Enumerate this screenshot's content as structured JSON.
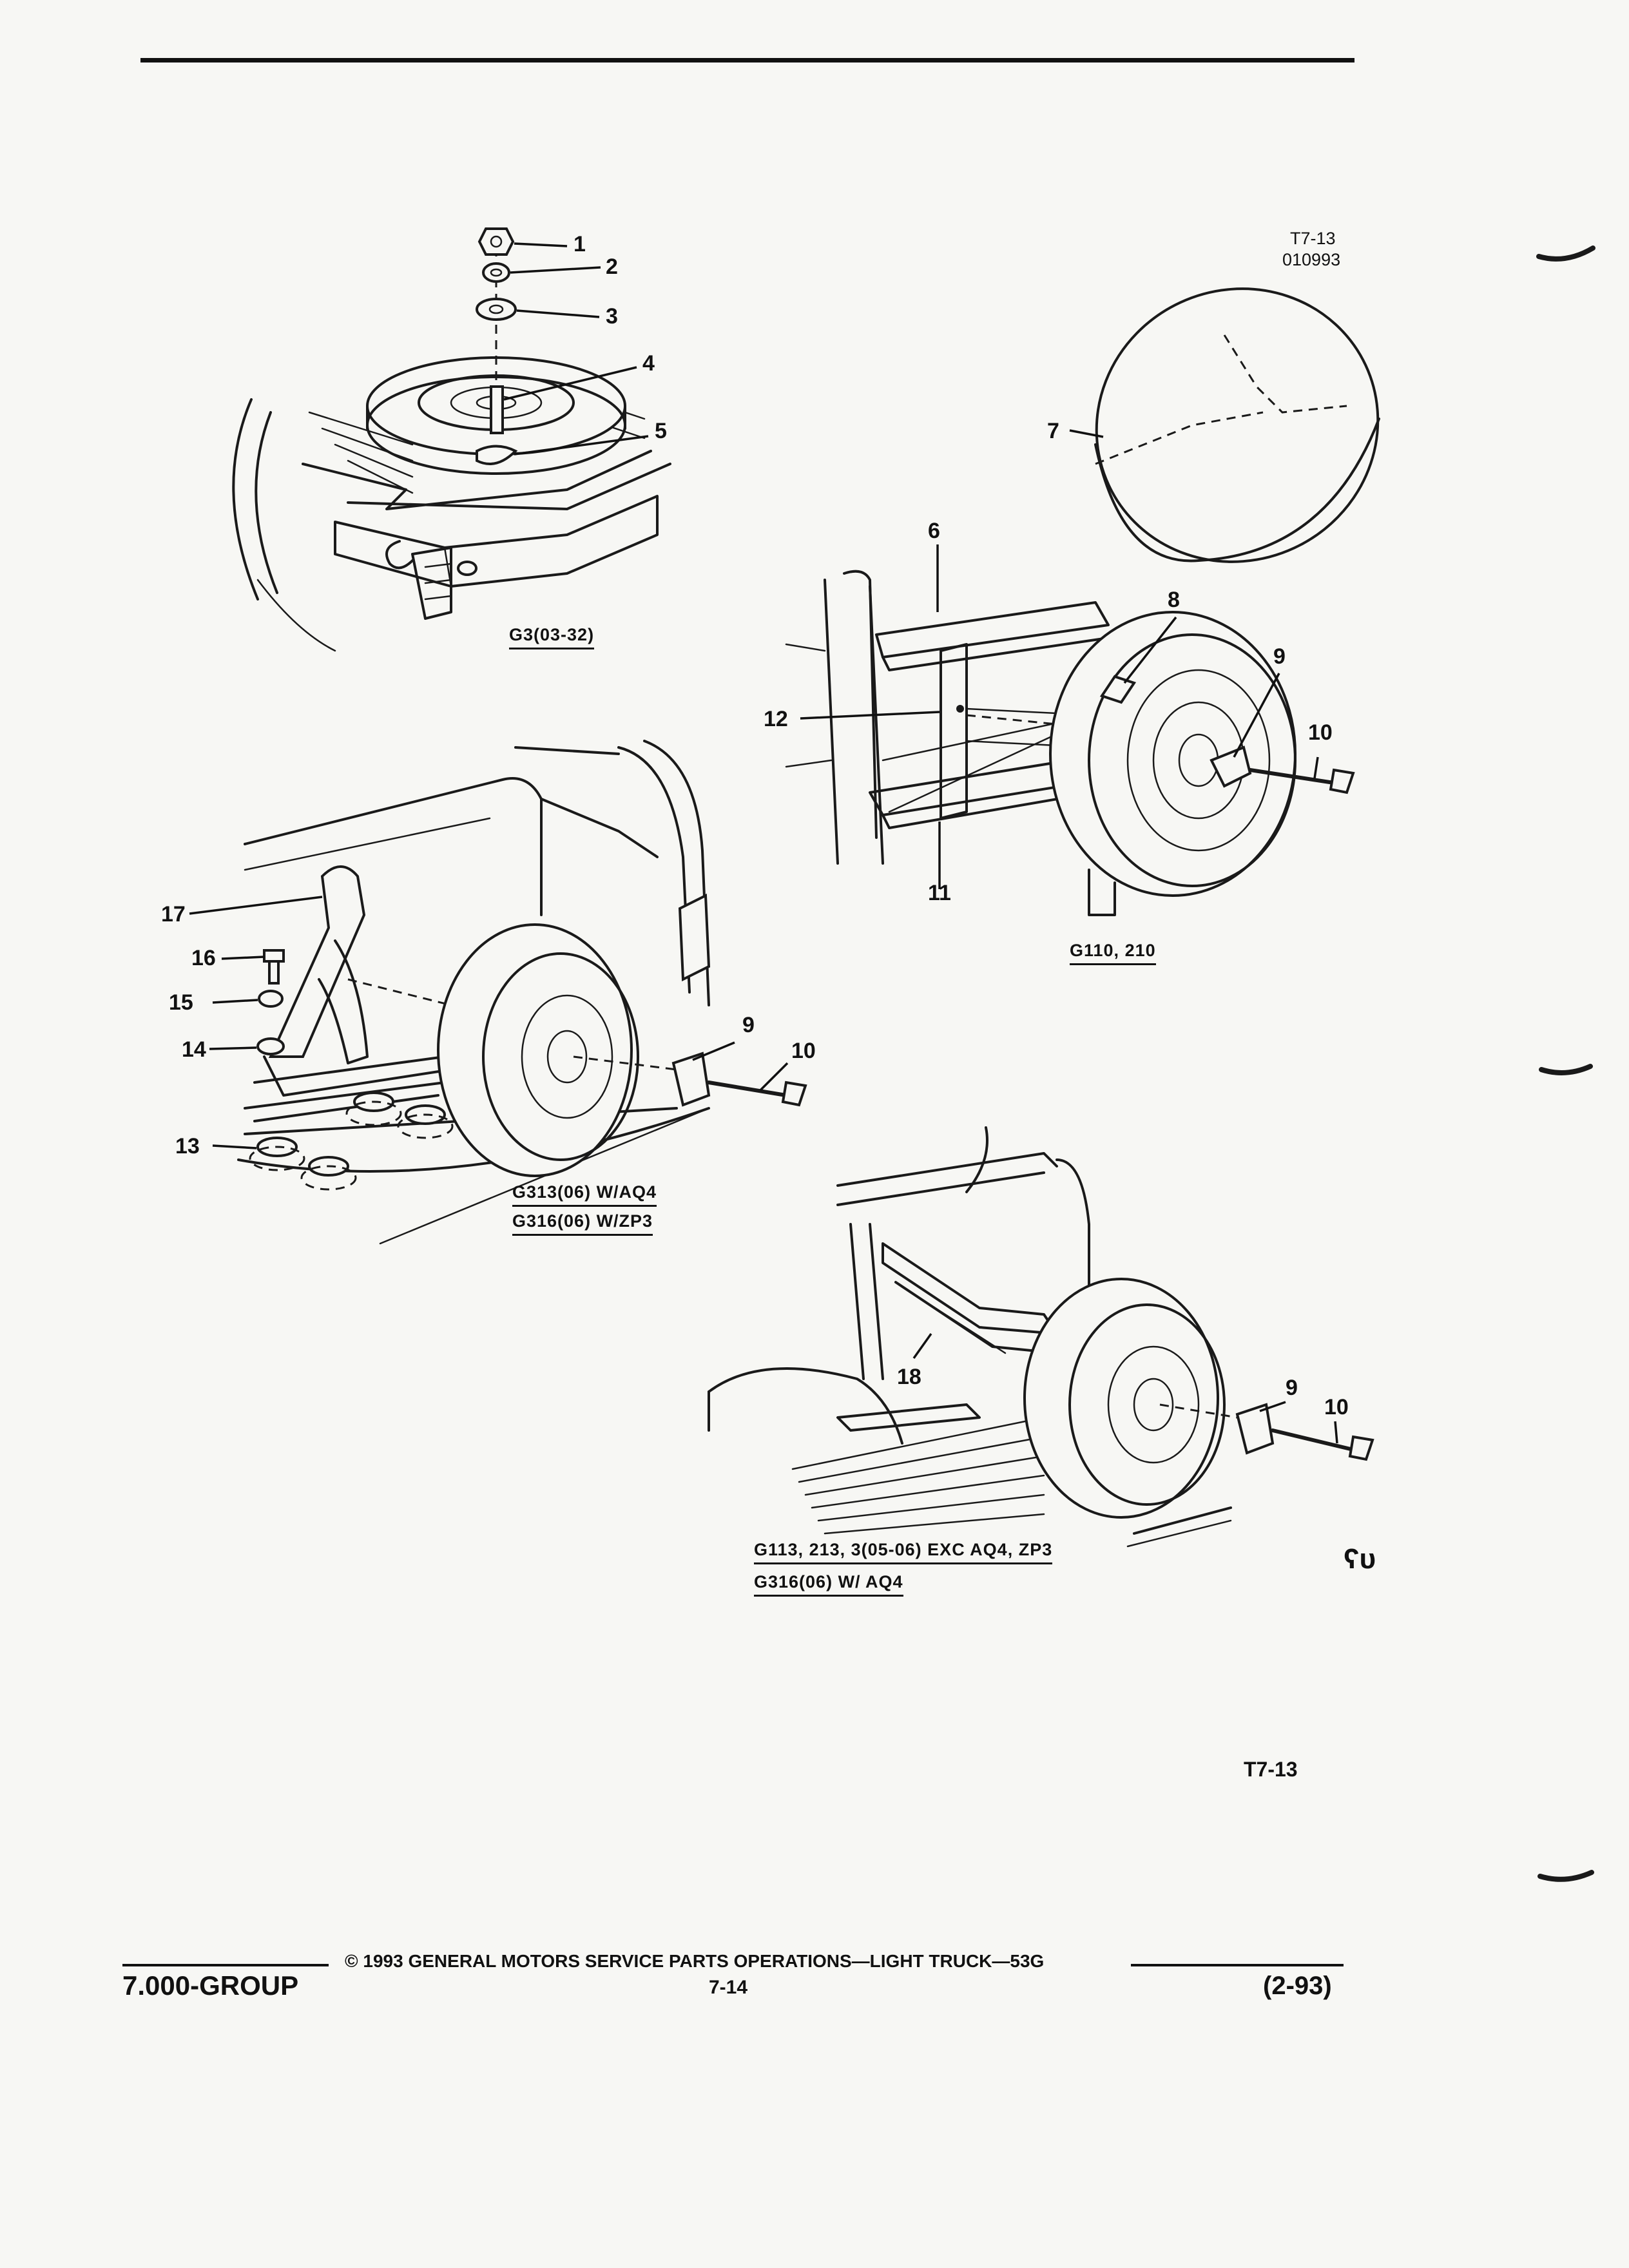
{
  "header": {
    "ref_code": "T7-13",
    "ref_number": "010993"
  },
  "callouts": [
    "1",
    "2",
    "3",
    "4",
    "5",
    "6",
    "7",
    "8",
    "9",
    "10",
    "11",
    "12",
    "13",
    "14",
    "15",
    "16",
    "17",
    "9",
    "10",
    "9",
    "10",
    "18"
  ],
  "captions": {
    "fig1": "G3(03-32)",
    "fig2": "G110, 210",
    "fig3_a": "G313(06) W/AQ4",
    "fig3_b": "G316(06) W/ZP3",
    "fig4_a": "G113, 213, 3(05-06) EXC AQ4, ZP3",
    "fig4_b": "G316(06) W/ AQ4"
  },
  "figure_tag": "T7-13",
  "footer": {
    "group": "7.000-GROUP",
    "copyright": "© 1993 GENERAL MOTORS SERVICE PARTS OPERATIONS—LIGHT TRUCK—53G",
    "page": "7-14",
    "date": "(2-93)"
  },
  "marks": {
    "corner_glyph": "ʕᴜ"
  }
}
